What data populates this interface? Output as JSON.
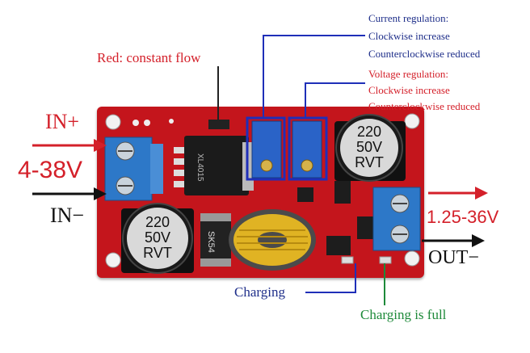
{
  "labels": {
    "red_constant_flow": "Red: constant flow",
    "current_regulation": {
      "title": "Current regulation:",
      "line1": "Clockwise increase",
      "line2": "Counterclockwise reduced"
    },
    "voltage_regulation": {
      "title": "Voltage regulation:",
      "line1": "Clockwise increase",
      "line2": "Counterclockwise reduced"
    },
    "in_plus": "IN+",
    "in_minus": "IN−",
    "input_range": "4-38V",
    "output_range": "1.25-36V",
    "out_minus": "OUT−",
    "charging": "Charging",
    "charging_full": "Charging is full"
  },
  "components": {
    "cap_top_text": [
      "220",
      "50V",
      "RVT"
    ],
    "cap_bottom_text": [
      "220",
      "50V",
      "RVT"
    ],
    "diode_text": "SK54",
    "ic_text": "XL4015"
  },
  "colors": {
    "board": "#c4151c",
    "label_red": "#d4202a",
    "label_blue": "#1f2f8a",
    "label_green": "#1e8a3a",
    "terminal_blue": "#2d78c8",
    "highlight_box": "#1f2fb8"
  }
}
